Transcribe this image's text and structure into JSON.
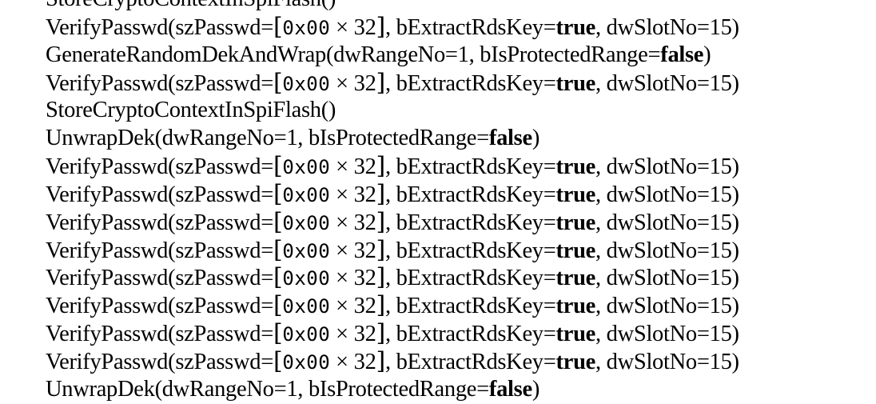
{
  "lines": [
    {
      "kind": "fragment",
      "text": "StoreCryptoContextInSpiFlash()"
    },
    {
      "kind": "verify",
      "fn": "VerifyPasswd",
      "arg1": "szPasswd=",
      "hex": "0x00",
      "times": "×",
      "count": "32",
      "arg2": "bExtractRdsKey=",
      "val": "true",
      "arg3": "dwSlotNo=15"
    },
    {
      "kind": "generic",
      "fn": "GenerateRandomDekAndWrap",
      "arg1": "dwRangeNo=1",
      "arg2": "bIsProtectedRange=",
      "val": "false"
    },
    {
      "kind": "verify",
      "fn": "VerifyPasswd",
      "arg1": "szPasswd=",
      "hex": "0x00",
      "times": "×",
      "count": "32",
      "arg2": "bExtractRdsKey=",
      "val": "true",
      "arg3": "dwSlotNo=15"
    },
    {
      "kind": "store",
      "text": "StoreCryptoContextInSpiFlash()"
    },
    {
      "kind": "generic",
      "fn": "UnwrapDek",
      "arg1": "dwRangeNo=1",
      "arg2": "bIsProtectedRange=",
      "val": "false"
    },
    {
      "kind": "verify",
      "fn": "VerifyPasswd",
      "arg1": "szPasswd=",
      "hex": "0x00",
      "times": "×",
      "count": "32",
      "arg2": "bExtractRdsKey=",
      "val": "true",
      "arg3": "dwSlotNo=15"
    },
    {
      "kind": "verify",
      "fn": "VerifyPasswd",
      "arg1": "szPasswd=",
      "hex": "0x00",
      "times": "×",
      "count": "32",
      "arg2": "bExtractRdsKey=",
      "val": "true",
      "arg3": "dwSlotNo=15"
    },
    {
      "kind": "verify",
      "fn": "VerifyPasswd",
      "arg1": "szPasswd=",
      "hex": "0x00",
      "times": "×",
      "count": "32",
      "arg2": "bExtractRdsKey=",
      "val": "true",
      "arg3": "dwSlotNo=15"
    },
    {
      "kind": "verify",
      "fn": "VerifyPasswd",
      "arg1": "szPasswd=",
      "hex": "0x00",
      "times": "×",
      "count": "32",
      "arg2": "bExtractRdsKey=",
      "val": "true",
      "arg3": "dwSlotNo=15"
    },
    {
      "kind": "verify",
      "fn": "VerifyPasswd",
      "arg1": "szPasswd=",
      "hex": "0x00",
      "times": "×",
      "count": "32",
      "arg2": "bExtractRdsKey=",
      "val": "true",
      "arg3": "dwSlotNo=15"
    },
    {
      "kind": "verify",
      "fn": "VerifyPasswd",
      "arg1": "szPasswd=",
      "hex": "0x00",
      "times": "×",
      "count": "32",
      "arg2": "bExtractRdsKey=",
      "val": "true",
      "arg3": "dwSlotNo=15"
    },
    {
      "kind": "verify",
      "fn": "VerifyPasswd",
      "arg1": "szPasswd=",
      "hex": "0x00",
      "times": "×",
      "count": "32",
      "arg2": "bExtractRdsKey=",
      "val": "true",
      "arg3": "dwSlotNo=15"
    },
    {
      "kind": "verify",
      "fn": "VerifyPasswd",
      "arg1": "szPasswd=",
      "hex": "0x00",
      "times": "×",
      "count": "32",
      "arg2": "bExtractRdsKey=",
      "val": "true",
      "arg3": "dwSlotNo=15"
    },
    {
      "kind": "generic",
      "fn": "UnwrapDek",
      "arg1": "dwRangeNo=1",
      "arg2": "bIsProtectedRange=",
      "val": "false"
    }
  ]
}
